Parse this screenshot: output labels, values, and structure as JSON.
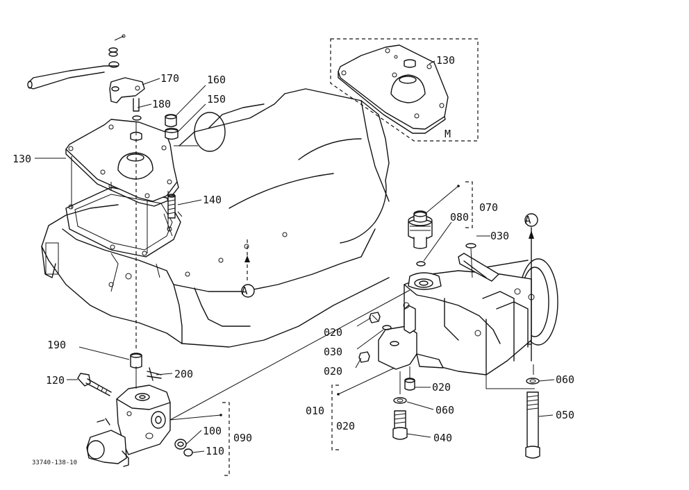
{
  "drawing": {
    "figure_code": "33740-138-10",
    "callouts": {
      "c170": "170",
      "c180": "180",
      "c160": "160",
      "c150": "150",
      "c130_left": "130",
      "c140": "140",
      "c130_inset": "130",
      "inset_label": "M",
      "c070": "070",
      "c080": "080",
      "c030_top": "030",
      "ref_a_right": "A",
      "ref_a_left": "A",
      "c020_1": "020",
      "c030_mid": "030",
      "c020_2": "020",
      "c020_3": "020",
      "c010": "010",
      "c020_group": "020",
      "c060_center": "060",
      "c040": "040",
      "c060_right": "060",
      "c050": "050",
      "c190": "190",
      "c200": "200",
      "c120": "120",
      "c100": "100",
      "c110": "110",
      "c090": "090"
    }
  }
}
